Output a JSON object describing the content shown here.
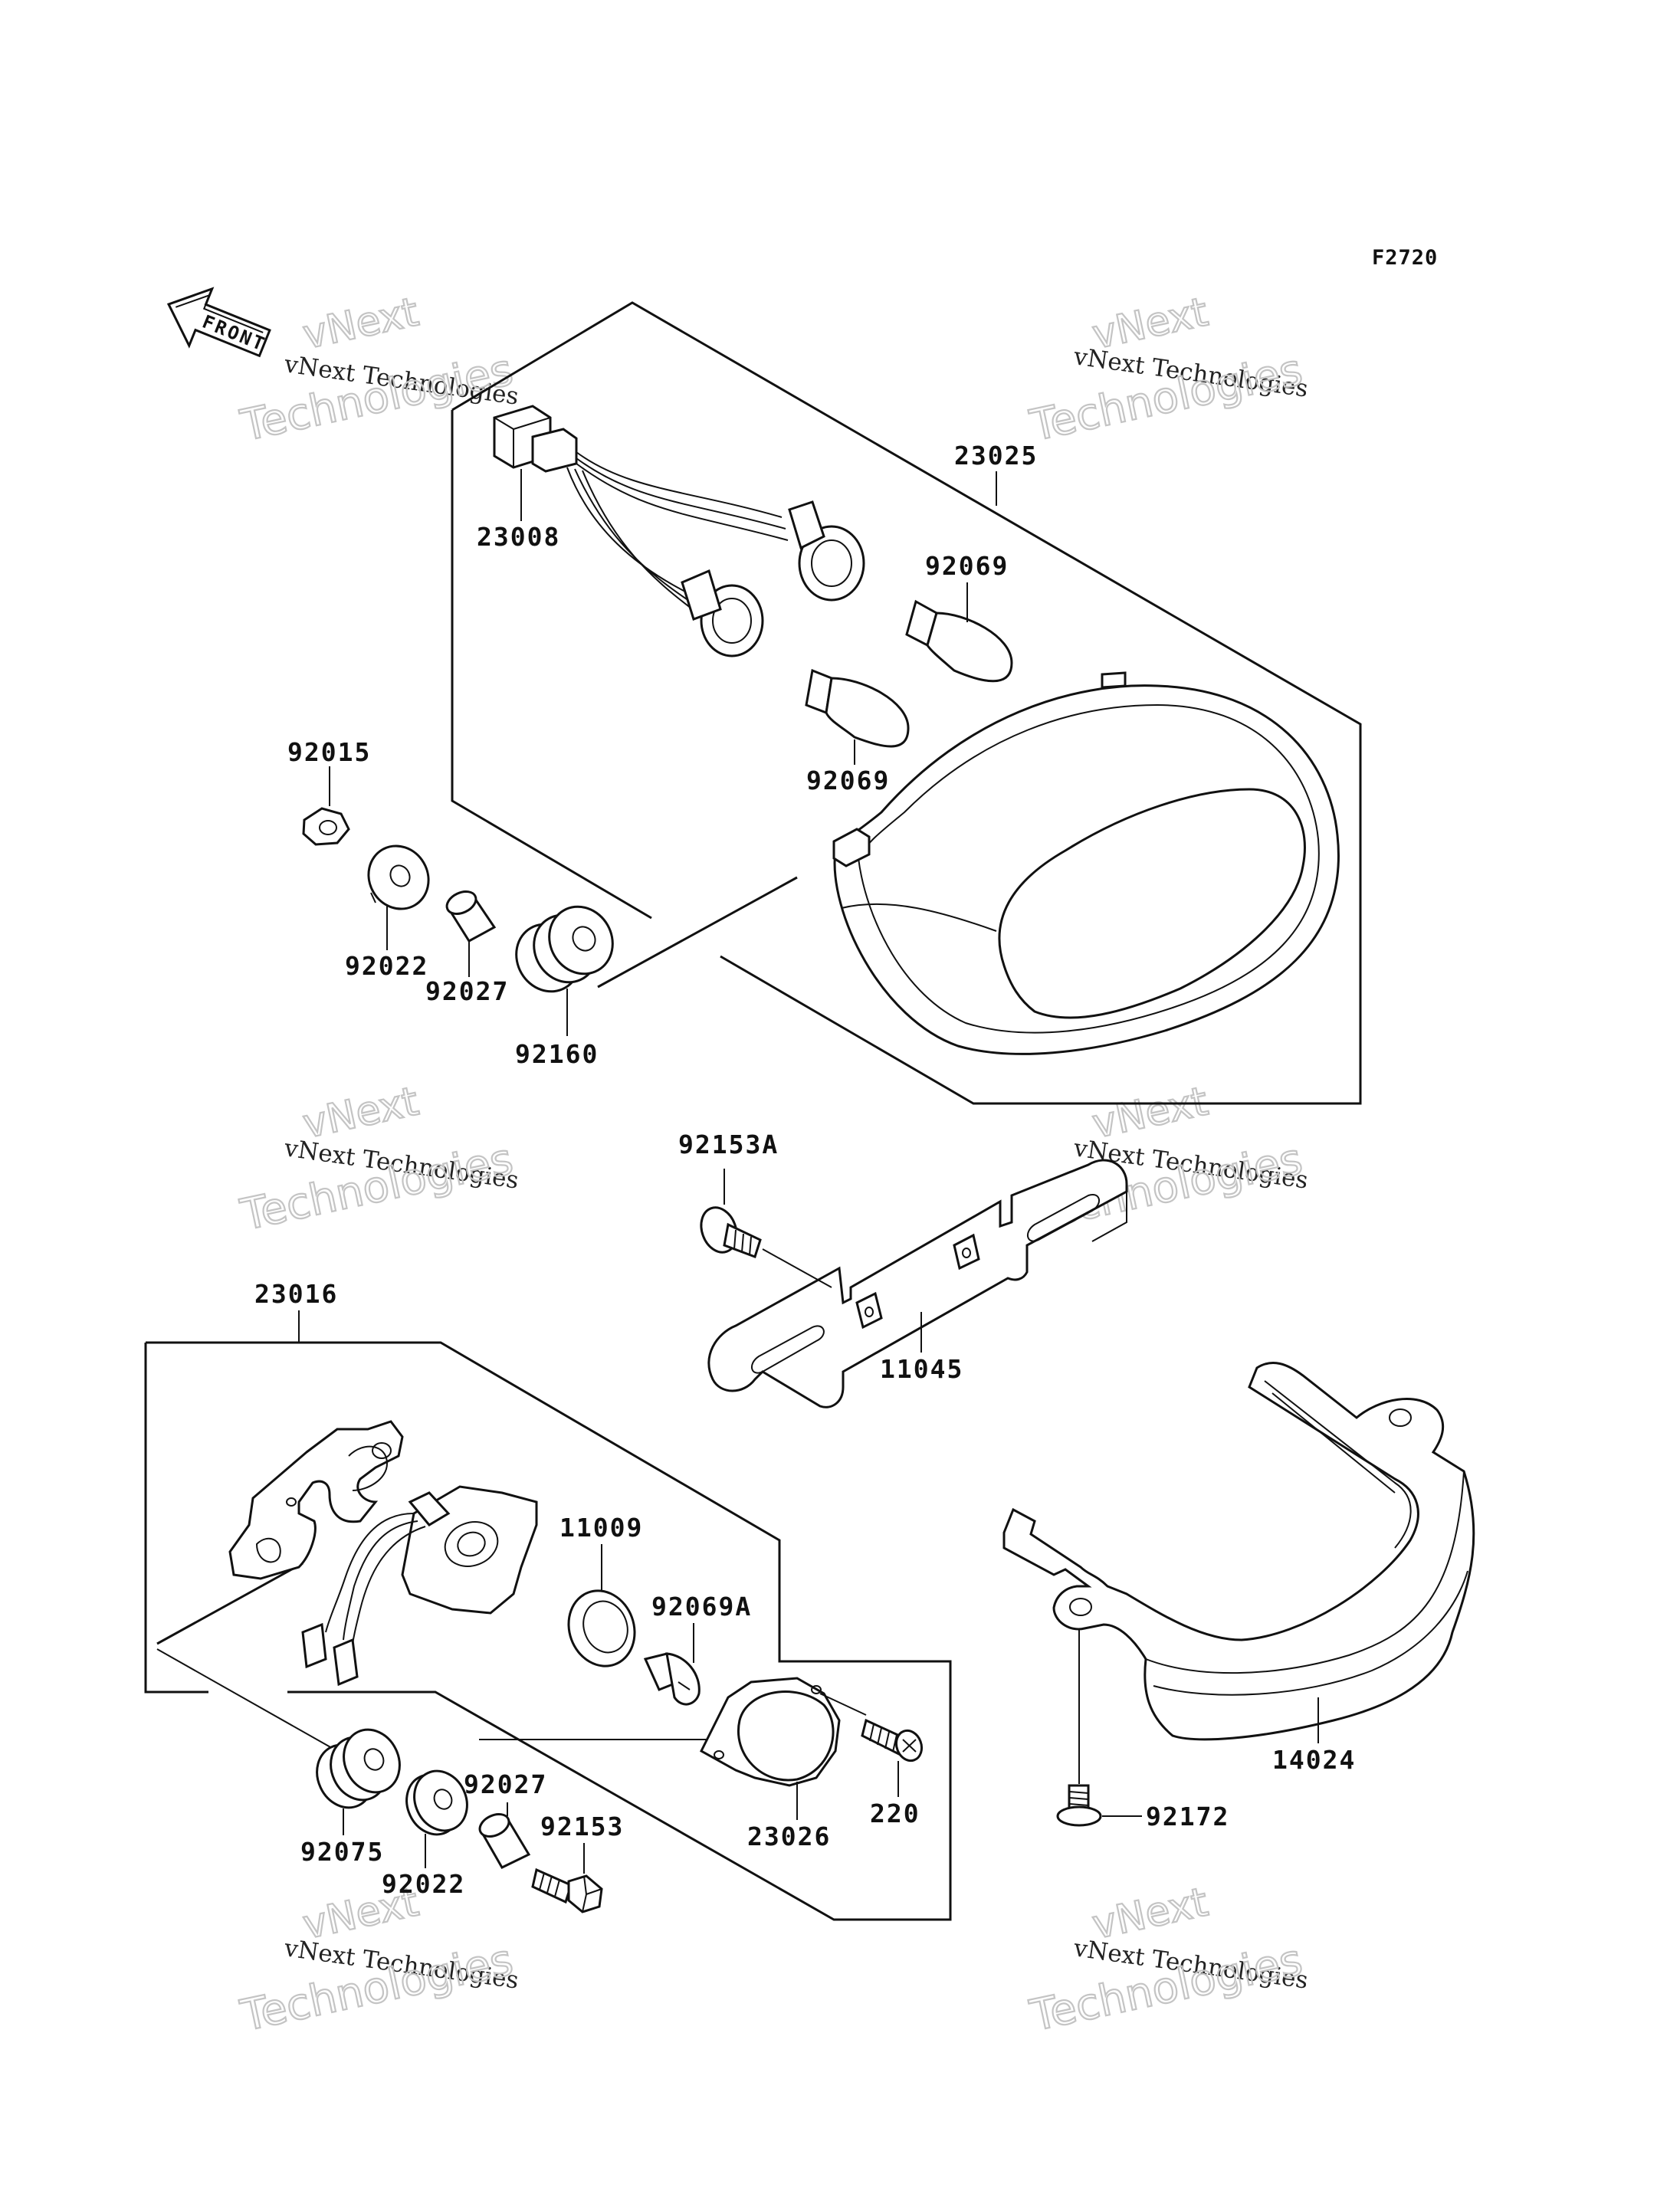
{
  "figure_code": "F2720",
  "front_arrow_label": "FRONT",
  "watermark": {
    "line1": "vNext Technologies",
    "line2": "vNext",
    "line3": "Technologies"
  },
  "parts": {
    "p23025": "23025",
    "p23008": "23008",
    "p92069a": "92069",
    "p92069b": "92069",
    "p92015": "92015",
    "p92022a": "92022",
    "p92027a": "92027",
    "p92160": "92160",
    "p92153A": "92153A",
    "p11045": "11045",
    "p23016": "23016",
    "p11009": "11009",
    "p92069A": "92069A",
    "p23026": "23026",
    "p220": "220",
    "p92075": "92075",
    "p92022b": "92022",
    "p92027b": "92027",
    "p92153": "92153",
    "p14024": "14024",
    "p92172": "92172"
  }
}
